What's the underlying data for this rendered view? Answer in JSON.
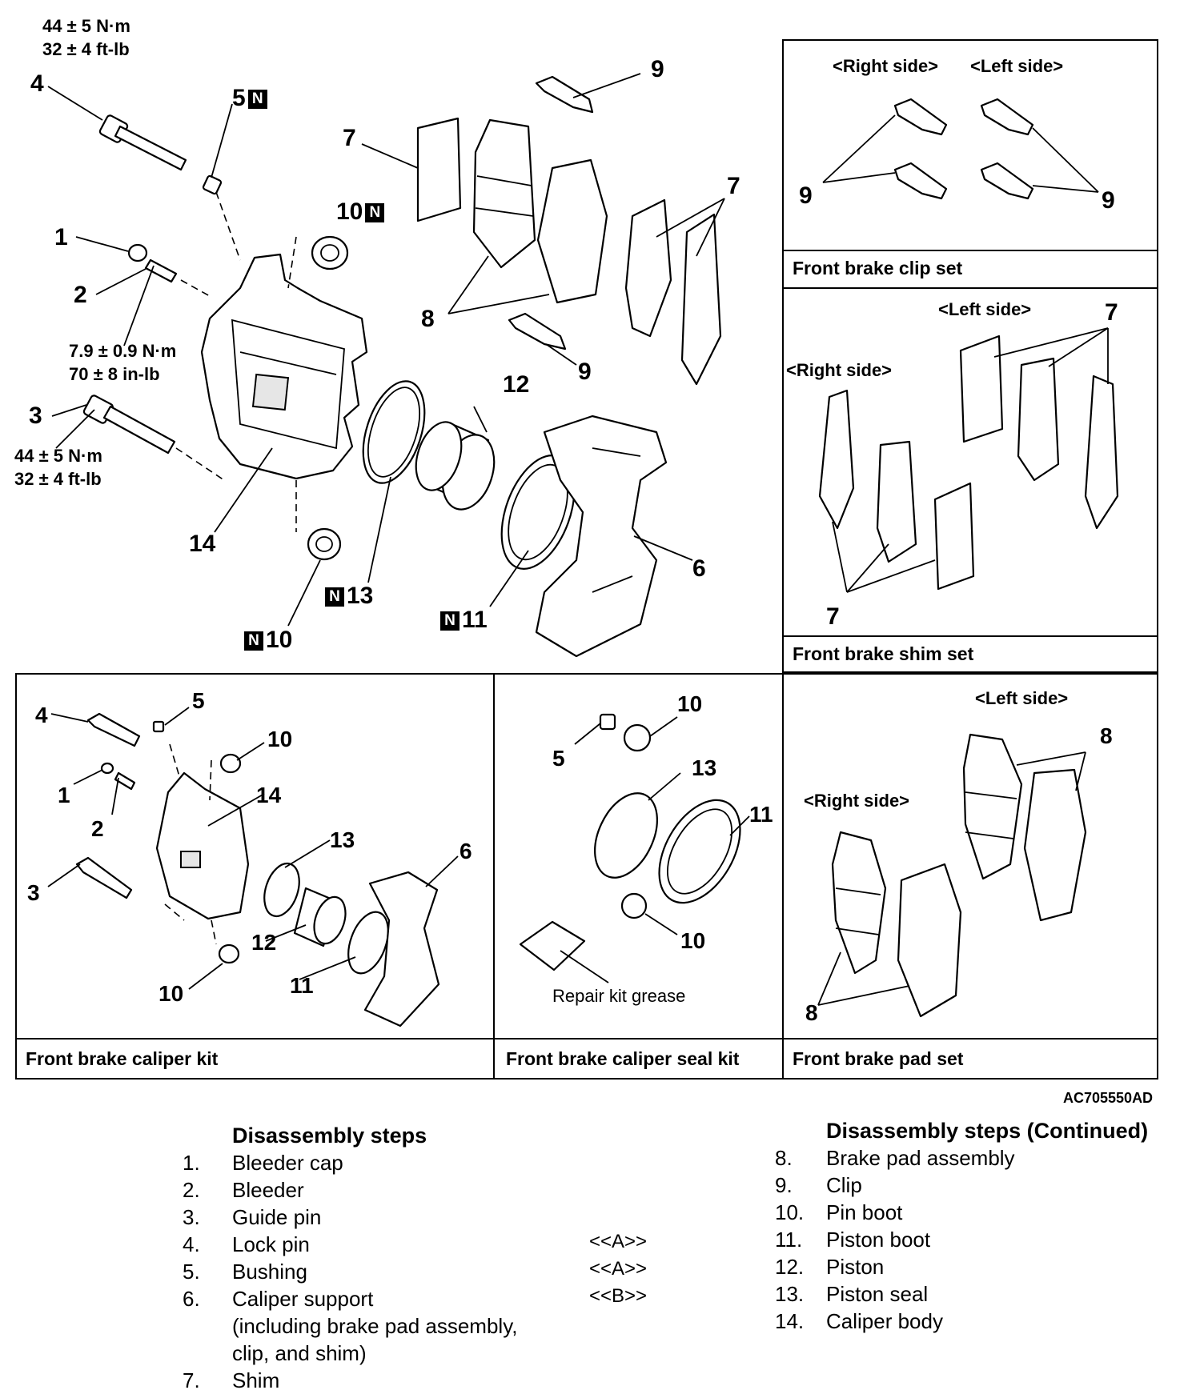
{
  "diagram": {
    "code": "AC705550AD",
    "main_callouts": {
      "c1": "1",
      "c2": "2",
      "c3": "3",
      "c4": "4",
      "c5": "5",
      "c6": "6",
      "c7a": "7",
      "c7b": "7",
      "c8": "8",
      "c9a": "9",
      "c9b": "9",
      "c10a": "10",
      "c10b": "10",
      "c11": "11",
      "c12": "12",
      "c13": "13",
      "c14": "14",
      "n_marker": "N"
    },
    "torque": {
      "lock_pin_nm": "44 ± 5 N·m",
      "lock_pin_ftlb": "32 ± 4 ft-lb",
      "bleeder_nm": "7.9 ± 0.9 N·m",
      "bleeder_inlb": "70 ± 8 in-lb",
      "guide_pin_nm": "44 ± 5 N·m",
      "guide_pin_ftlb": "32 ± 4 ft-lb"
    },
    "panels": {
      "clip_set": {
        "caption": "Front brake clip set",
        "right_side": "<Right side>",
        "left_side": "<Left side>",
        "c9a": "9",
        "c9b": "9"
      },
      "shim_set": {
        "caption": "Front brake shim set",
        "left_side": "<Left side>",
        "right_side": "<Right side>",
        "c7a": "7",
        "c7b": "7"
      },
      "caliper_kit": {
        "caption": "Front brake caliper kit",
        "c1": "1",
        "c2": "2",
        "c3": "3",
        "c4": "4",
        "c5": "5",
        "c6": "6",
        "c10a": "10",
        "c10b": "10",
        "c11": "11",
        "c12": "12",
        "c13": "13",
        "c14": "14"
      },
      "seal_kit": {
        "caption": "Front brake caliper seal kit",
        "c5": "5",
        "c10a": "10",
        "c10b": "10",
        "c11": "11",
        "c13": "13",
        "grease_label": "Repair kit grease"
      },
      "pad_set": {
        "caption": "Front brake pad set",
        "left_side": "<Left side>",
        "right_side": "<Right side>",
        "c8a": "8",
        "c8b": "8"
      }
    }
  },
  "steps": {
    "title": "Disassembly steps",
    "title_continued": "Disassembly steps (Continued)",
    "left": [
      {
        "num": "1.",
        "text": "Bleeder cap"
      },
      {
        "num": "2.",
        "text": "Bleeder"
      },
      {
        "num": "3.",
        "text": "Guide pin"
      },
      {
        "num": "4.",
        "text": "Lock pin"
      },
      {
        "num": "5.",
        "text": "Bushing"
      },
      {
        "num": "6.",
        "text": "Caliper support"
      },
      {
        "num": "",
        "text": "(including brake pad assembly,"
      },
      {
        "num": "",
        "text": "clip, and shim)"
      },
      {
        "num": "7.",
        "text": "Shim"
      }
    ],
    "refs": [
      "<<A>>",
      "<<A>>",
      "<<B>>"
    ],
    "right": [
      {
        "num": "8.",
        "text": "Brake pad assembly"
      },
      {
        "num": "9.",
        "text": "Clip"
      },
      {
        "num": "10.",
        "text": "Pin boot"
      },
      {
        "num": "11.",
        "text": "Piston boot"
      },
      {
        "num": "12.",
        "text": "Piston"
      },
      {
        "num": "13.",
        "text": "Piston seal"
      },
      {
        "num": "14.",
        "text": "Caliper body"
      }
    ]
  }
}
